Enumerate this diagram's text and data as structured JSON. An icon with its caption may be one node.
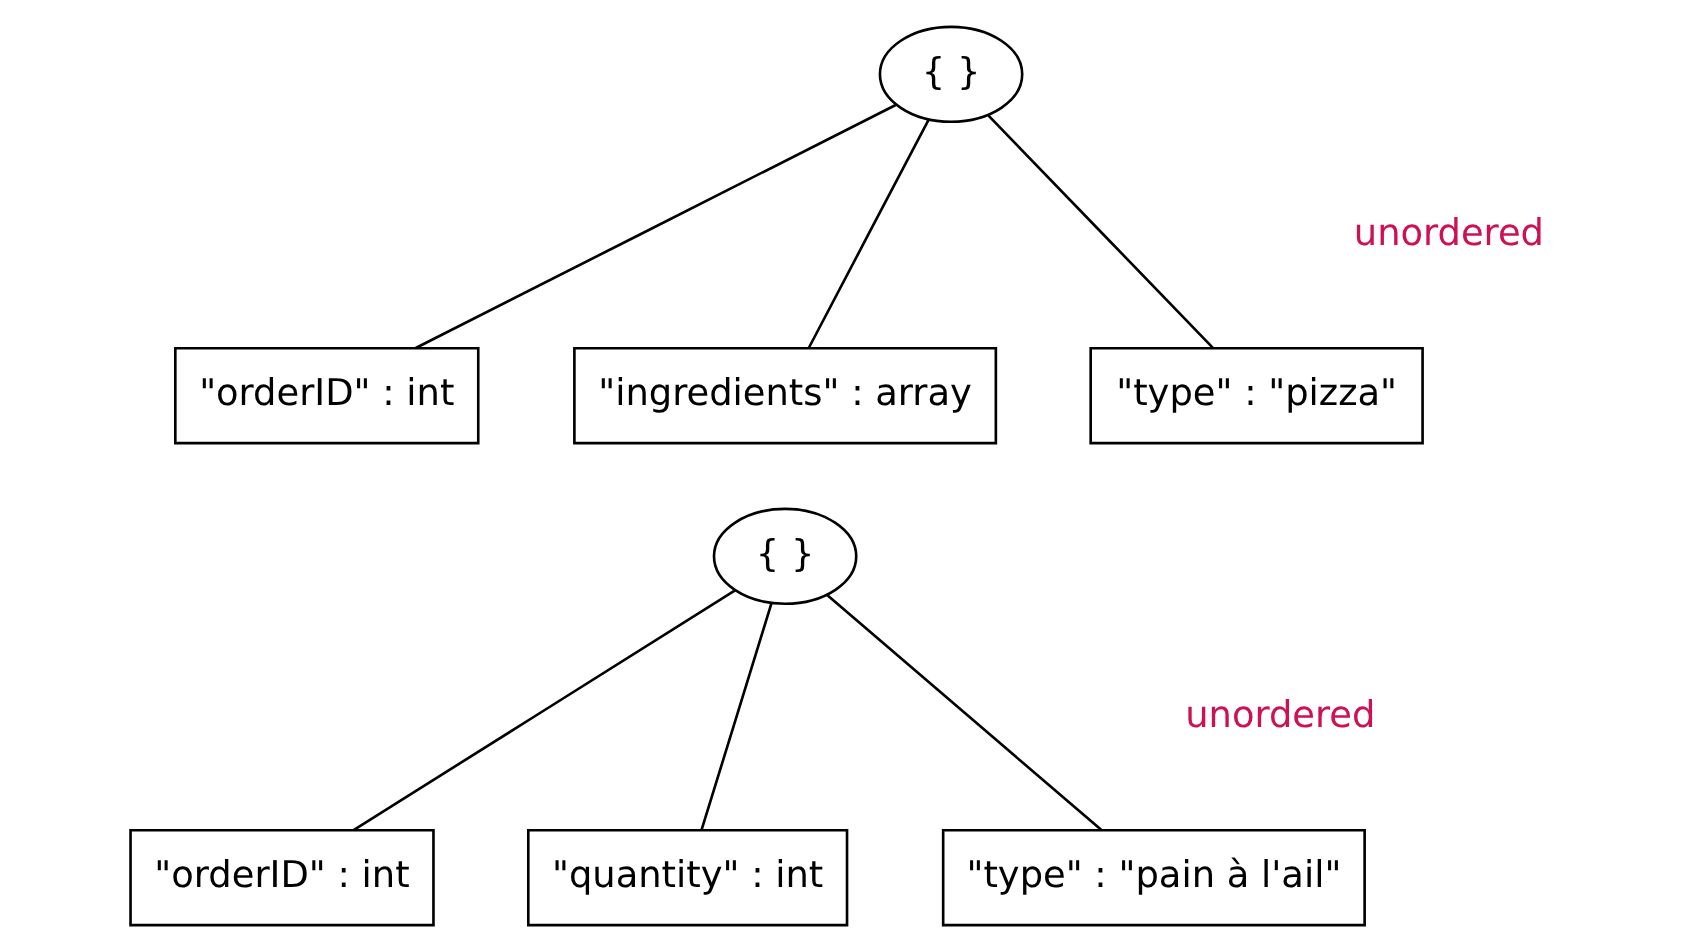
{
  "diagram": {
    "nodes": [
      {
        "text": [
          "{ }"
        ]
      },
      {
        "text": [
          "\"orderID\" : int"
        ]
      },
      {
        "text": [
          "\"ingredients\" : array"
        ]
      },
      {
        "text": [
          "\"type\" : \"pizza\""
        ]
      },
      {
        "text": [
          "{ }"
        ]
      },
      {
        "text": [
          "\"orderID\" : int"
        ]
      },
      {
        "text": [
          "\"quantity\" : int"
        ]
      },
      {
        "text": [
          "\"type\" : \"pain à l'ail\""
        ]
      }
    ],
    "edges": [
      {
        "from": 0,
        "to": 1,
        "arrow": "none"
      },
      {
        "from": 0,
        "to": 2,
        "arrow": "none"
      },
      {
        "from": 0,
        "to": 3,
        "arrow": "none"
      },
      {
        "from": 4,
        "to": 5,
        "arrow": "none"
      },
      {
        "from": 4,
        "to": 6,
        "arrow": "none"
      },
      {
        "from": 4,
        "to": 7,
        "arrow": "none"
      }
    ],
    "labels": [
      "unordered",
      "unordered"
    ]
  }
}
